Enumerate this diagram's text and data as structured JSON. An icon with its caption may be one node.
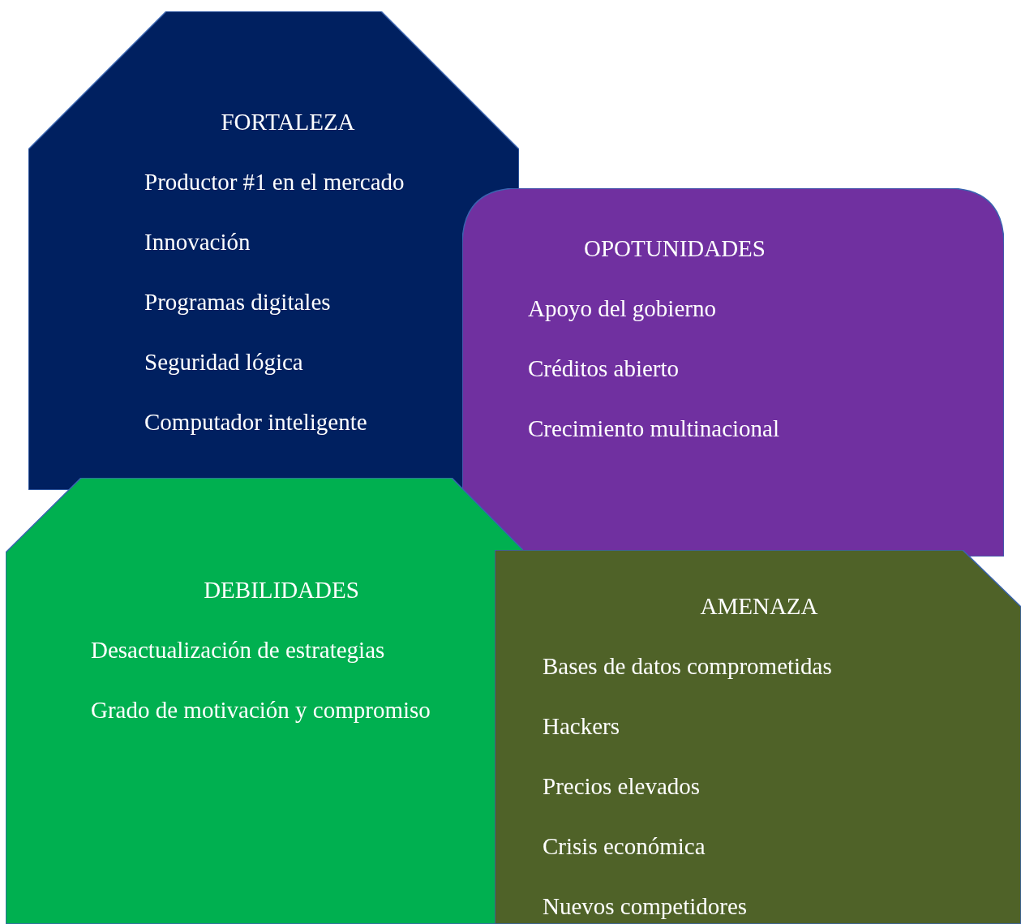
{
  "diagram": {
    "nodes": [
      {
        "text": [
          "FORTALEZA",
          "Productor #1 en el mercado",
          "Innovación",
          "Programas digitales",
          "Seguridad lógica",
          "Computador inteligente"
        ]
      },
      {
        "text": [
          "OPOTUNIDADES",
          "Apoyo del gobierno",
          "Créditos abierto",
          "Crecimiento multinacional"
        ]
      },
      {
        "text": [
          "DEBILIDADES",
          "Desactualización de estrategias",
          "Grado de motivación y compromiso"
        ]
      },
      {
        "text": [
          "AMENAZA",
          "Bases de datos comprometidas",
          "Hackers",
          "Precios elevados",
          "Crisis económica",
          "Nuevos competidores"
        ]
      }
    ],
    "edges": []
  }
}
